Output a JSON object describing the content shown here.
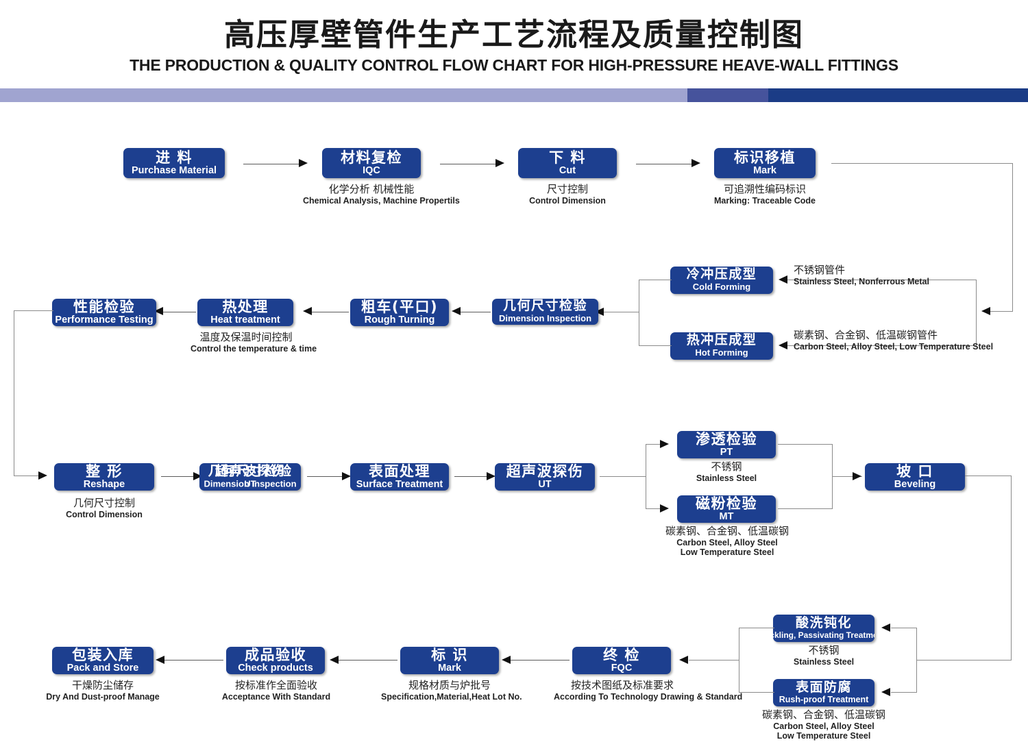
{
  "header": {
    "title_cn": "高压厚壁管件生产工艺流程及质量控制图",
    "title_en": "THE PRODUCTION & QUALITY CONTROL FLOW CHART FOR HIGH-PRESSURE HEAVE-WALL  FITTINGS",
    "bar_colors": [
      "#a0a4d0",
      "#46539c",
      "#1b3c86"
    ]
  },
  "theme": {
    "box_fill": "#1d3f8f",
    "box_text": "#ffffff",
    "connector": "#8a8a8a",
    "arrow": "#111111",
    "page_bg": "#ffffff"
  },
  "nodes": {
    "purchase_material": {
      "cn": "进  料",
      "en": "Purchase Material"
    },
    "iqc": {
      "cn": "材料复检",
      "en": "IQC"
    },
    "cut": {
      "cn": "下  料",
      "en": "Cut"
    },
    "mark_transfer": {
      "cn": "标识移植",
      "en": "Mark"
    },
    "cold_forming": {
      "cn": "冷冲压成型",
      "en": "Cold Forming"
    },
    "hot_forming": {
      "cn": "热冲压成型",
      "en": "Hot Forming"
    },
    "dimension_inspection": {
      "cn": "几何尺寸检验",
      "en": "Dimension Inspection"
    },
    "rough_turning": {
      "cn": "粗车(平口)",
      "en": "Rough Turning"
    },
    "heat_treatment": {
      "cn": "热处理",
      "en": "Heat treatment"
    },
    "performance_testing": {
      "cn": "性能检验",
      "en": "Performance Testing"
    },
    "reshape": {
      "cn": "整  形",
      "en": "Reshape"
    },
    "dimension_inspection2": {
      "cn": "几何尺寸检验",
      "en": "Dimension Inspection"
    },
    "ut_overlay": {
      "cn": "超声波探伤",
      "en": "UT"
    },
    "surface_treatment": {
      "cn": "表面处理",
      "en": "Surface Treatment"
    },
    "ut": {
      "cn": "超声波探伤",
      "en": "UT"
    },
    "pt": {
      "cn": "渗透检验",
      "en": "PT"
    },
    "mt": {
      "cn": "磁粉检验",
      "en": "MT"
    },
    "beveling": {
      "cn": "坡   口",
      "en": "Beveling"
    },
    "pickling": {
      "cn": "酸洗钝化",
      "en": "Pickling, Passivating  Treatment"
    },
    "rushproof": {
      "cn": "表面防腐",
      "en": "Rush-proof Treatment"
    },
    "fqc": {
      "cn": "终  检",
      "en": "FQC"
    },
    "mark_final": {
      "cn": "标   识",
      "en": "Mark"
    },
    "check_products": {
      "cn": "成品验收",
      "en": "Check products"
    },
    "pack_store": {
      "cn": "包装入库",
      "en": "Pack and Store"
    }
  },
  "captions": {
    "iqc": {
      "cn": "化学分析 机械性能",
      "en": "Chemical  Analysis,  Machine Propertils"
    },
    "cut": {
      "cn": "尺寸控制",
      "en": "Control Dimension"
    },
    "mark_transfer": {
      "cn": "可追溯性编码标识",
      "en": "Marking: Traceable  Code"
    },
    "cold_forming": {
      "cn": "不锈钢管件",
      "en": "Stainless Steel, Nonferrous Metal"
    },
    "hot_forming": {
      "cn": "碳素钢、合金钢、低温碳钢管件",
      "en": "Carbon Steel, Alloy Steel, Low Temperature Steel"
    },
    "heat_treatment": {
      "cn": "温度及保温时间控制",
      "en": "Control the  temperature  &  time"
    },
    "reshape": {
      "cn": "几何尺寸控制",
      "en": "Control Dimension"
    },
    "pt": {
      "cn": "不锈钢",
      "en": "Stainless Steel"
    },
    "mt": {
      "cn": "碳素钢、合金钢、低温碳钢",
      "en": "Carbon Steel, Alloy Steel",
      "en2": "Low Temperature Steel"
    },
    "pickling": {
      "cn": "不锈钢",
      "en": "Stainless Steel"
    },
    "rushproof": {
      "cn": "碳素钢、合金钢、低温碳钢",
      "en": "Carbon Steel, Alloy Steel",
      "en2": "Low Temperature Steel"
    },
    "fqc": {
      "cn": "按技术图纸及标准要求",
      "en": "According To Technology Drawing & Standard"
    },
    "mark_final": {
      "cn": "规格材质与炉批号",
      "en": "Specification,Material,Heat Lot No."
    },
    "check_products": {
      "cn": "按标准作全面验收",
      "en": "Acceptance  With  Standard"
    },
    "pack_store": {
      "cn": "干燥防尘储存",
      "en": "Dry  And Dust-proof  Manage"
    }
  }
}
